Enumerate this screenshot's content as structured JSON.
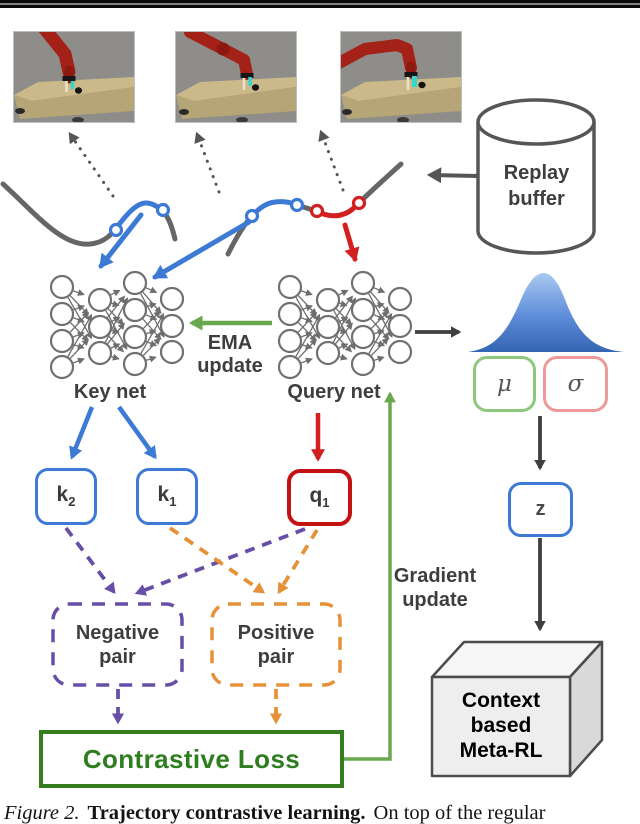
{
  "labels": {
    "replay": {
      "line1": "Replay",
      "line2": "buffer"
    },
    "key_net": "Key net",
    "query_net": "Query net",
    "ema": {
      "line1": "EMA",
      "line2": "update"
    },
    "gradient": {
      "line1": "Gradient",
      "line2": "update"
    },
    "k2": {
      "main": "k",
      "sub": "2"
    },
    "k1": {
      "main": "k",
      "sub": "1"
    },
    "q1": {
      "main": "q",
      "sub": "1"
    },
    "z": "z",
    "mu": "μ",
    "sigma": "σ",
    "negative": {
      "line1": "Negative",
      "line2": "pair"
    },
    "positive": {
      "line1": "Positive",
      "line2": "pair"
    },
    "contrastive": "Contrastive Loss",
    "cube": {
      "line1": "Context",
      "line2": "based",
      "line3": "Meta-RL"
    }
  },
  "caption": {
    "figure_label": "Figure 2.",
    "bold_title": "Trajectory contrastive learning.",
    "text": "On top of the regular"
  },
  "colors": {
    "blue": "#3d7ad6",
    "red": "#cc1010",
    "bright_green": "#6aa84f",
    "dark_green": "#2e7d1f",
    "purple": "#674ea7",
    "orange": "#e69138",
    "mu_border": "#8dc87c",
    "sigma_border": "#ec9b99",
    "gray": "#666666"
  }
}
